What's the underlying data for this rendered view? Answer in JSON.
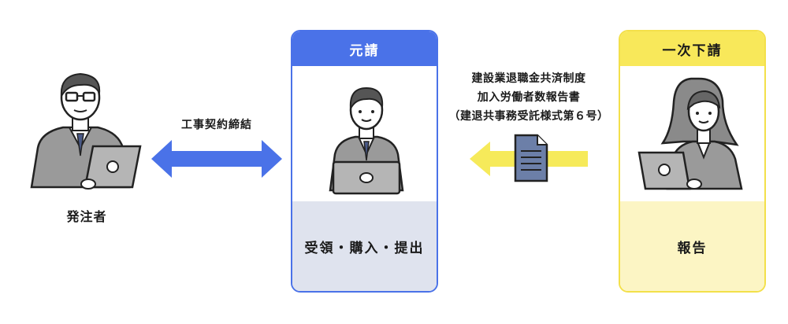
{
  "orderer": {
    "label": "発注者"
  },
  "contract_arrow": {
    "label": "工事契約締結",
    "color": "#4a72e8"
  },
  "general_contractor": {
    "title": "元請",
    "action": "受領・購入・提出",
    "header_color": "#4a72e8",
    "footer_color": "#dfe3ee"
  },
  "report_document": {
    "lines": [
      "建設業退職金共済制度",
      "加入労働者数報告書",
      "（建退共事務受託様式第６号）"
    ],
    "arrow_color": "#f6ea5a"
  },
  "subcontractor": {
    "title": "一次下請",
    "action": "報告",
    "header_color": "#f8e85a",
    "footer_color": "#fcf5c4"
  }
}
